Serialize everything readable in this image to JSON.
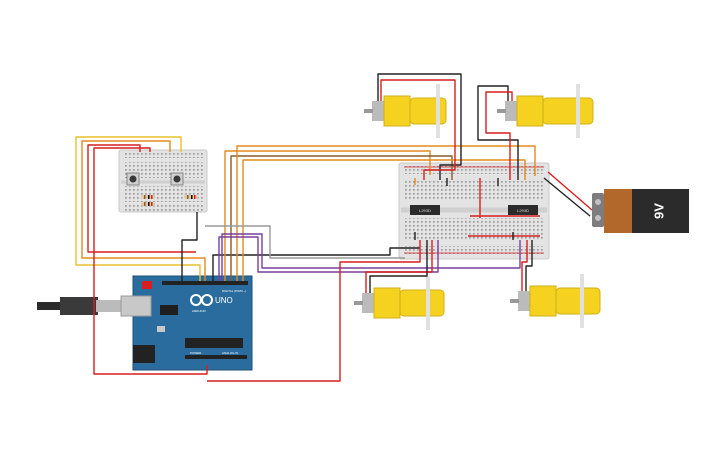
{
  "arduino": {
    "model_label": "UNO",
    "brand_label": "ARDUINO",
    "digital_label": "DIGITAL (PWM ~)",
    "power_label": "POWER",
    "analog_label": "ANALOG IN"
  },
  "driver_chips": [
    {
      "label": "L293D"
    },
    {
      "label": "L293D"
    }
  ],
  "battery": {
    "label": "9V"
  },
  "colors": {
    "breadboard": "#e3e3e3",
    "arduino": "#2a6c9e",
    "motor": "#f4d21f",
    "battery_body": "#b1682a",
    "wire_red": "#d61f1f",
    "wire_black": "#222222",
    "wire_orange": "#e48a1e",
    "wire_yellow": "#e7c12a",
    "wire_purple": "#7a3d9e",
    "wire_brown": "#8a5a2b",
    "wire_gray": "#9a9a9a"
  },
  "components": {
    "motors": [
      "dc-motor-top-left",
      "dc-motor-top-right",
      "dc-motor-bottom-left",
      "dc-motor-bottom-right"
    ],
    "pushbuttons": 2,
    "resistors": 3
  }
}
